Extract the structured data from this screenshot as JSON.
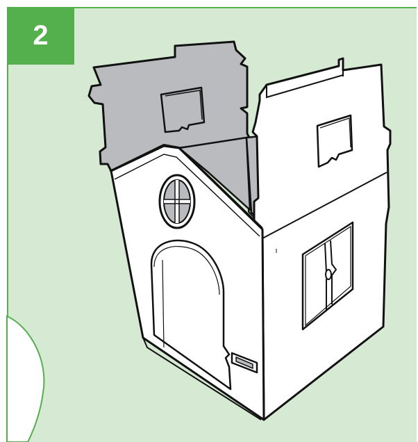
{
  "step": {
    "number": "2"
  },
  "colors": {
    "panel_background": "#d6ead3",
    "accent_green": "#53b04d",
    "cardboard_inner": "#b9bbbf",
    "outline": "#111111"
  },
  "illustration": {
    "subject": "cardboard-playhouse-assembly",
    "visible_parts": [
      "back-wall",
      "side-wall-left",
      "front-gable-wall",
      "side-wall-right",
      "round-window",
      "arched-door",
      "square-window",
      "double-door-window",
      "mail-slot"
    ]
  }
}
